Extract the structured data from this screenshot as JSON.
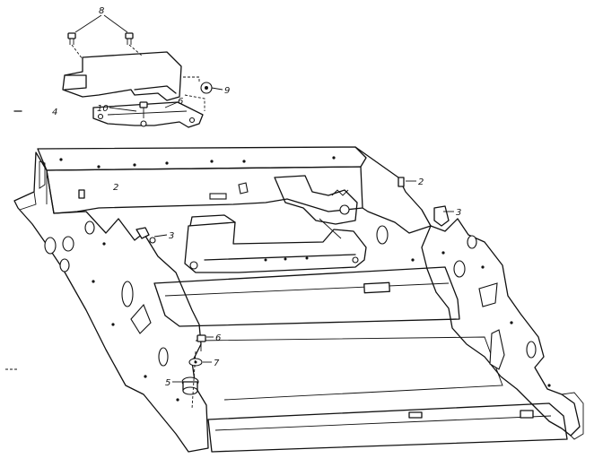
{
  "diagram": {
    "callouts": [
      {
        "id": "c8",
        "label": "8"
      },
      {
        "id": "c9",
        "label": "9"
      },
      {
        "id": "c4",
        "label": "4"
      },
      {
        "id": "c10",
        "label": "10"
      },
      {
        "id": "c6a",
        "label": "6"
      },
      {
        "id": "c2a",
        "label": "2"
      },
      {
        "id": "c2b",
        "label": "2"
      },
      {
        "id": "c3a",
        "label": "3"
      },
      {
        "id": "c3b",
        "label": "3"
      },
      {
        "id": "c6b",
        "label": "6"
      },
      {
        "id": "c7",
        "label": "7"
      },
      {
        "id": "c5",
        "label": "5"
      }
    ]
  }
}
